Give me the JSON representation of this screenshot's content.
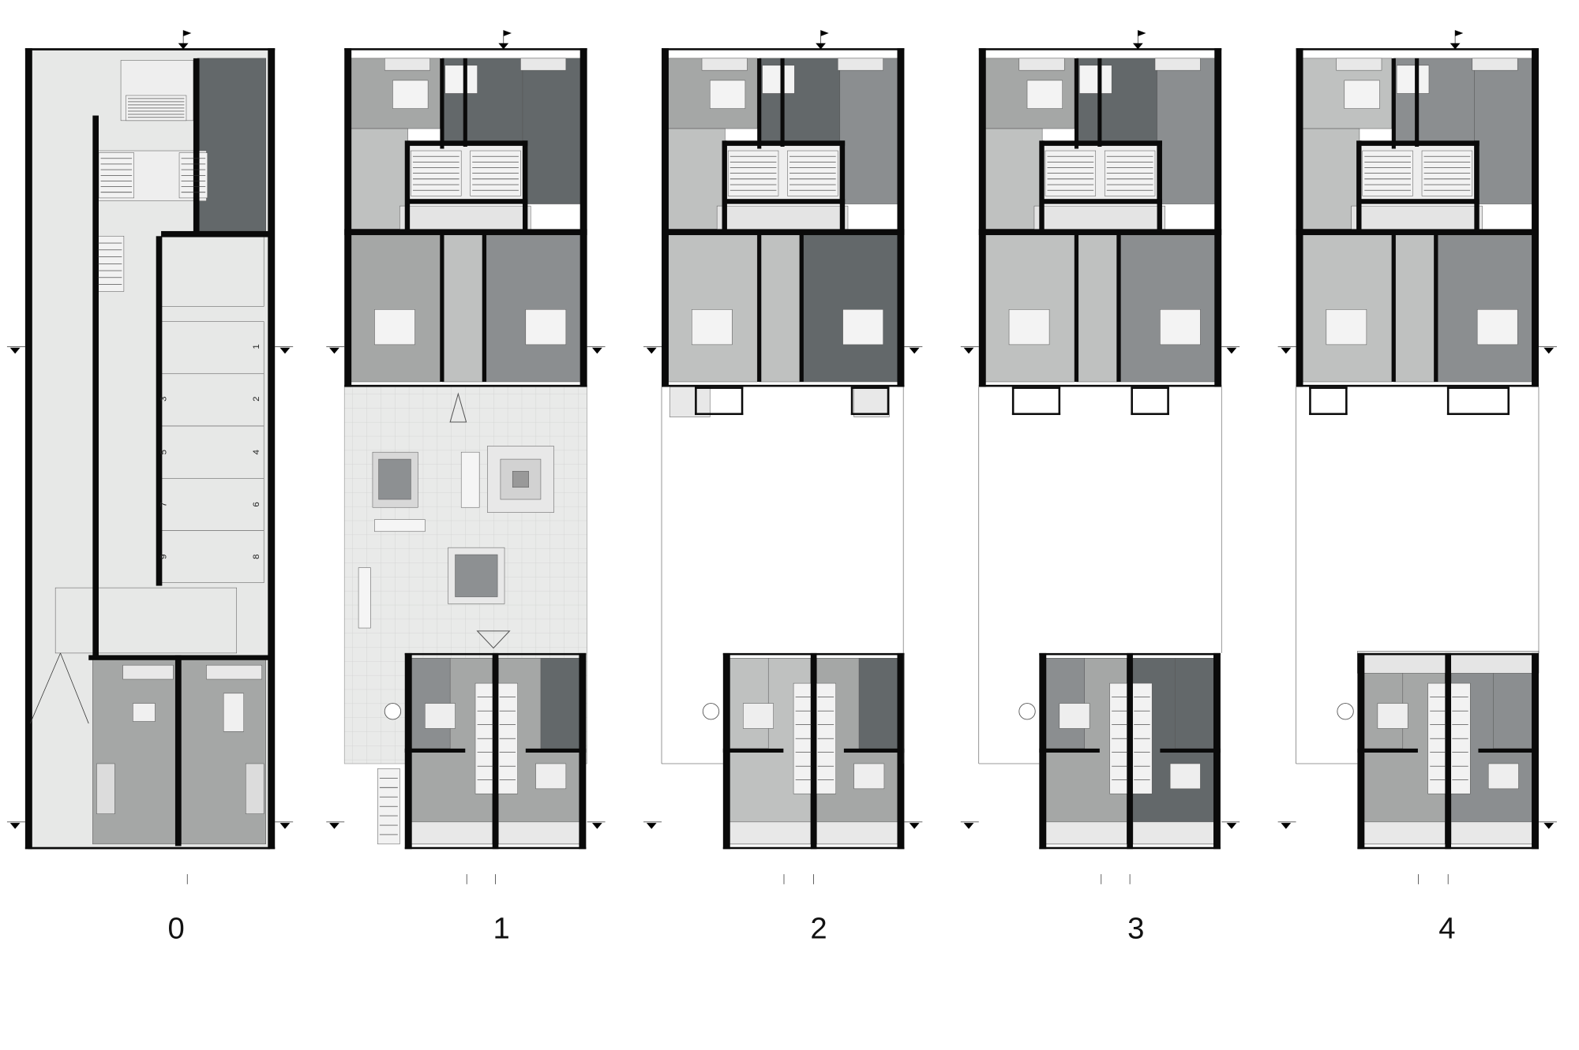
{
  "levels": [
    {
      "label": "0"
    },
    {
      "label": "1"
    },
    {
      "label": "2"
    },
    {
      "label": "3"
    },
    {
      "label": "4"
    }
  ],
  "parking_bays": [
    "1",
    "2",
    "3",
    "4",
    "5",
    "6",
    "7",
    "8",
    "9"
  ],
  "colors": {
    "wall": "#0a0a0a",
    "light": "#e7e8e7",
    "mid_light": "#bfc1c0",
    "mid": "#a5a7a6",
    "mid_dark": "#8b8e90",
    "dark": "#63686a",
    "courtyard_grid": "#d0d1d0"
  }
}
